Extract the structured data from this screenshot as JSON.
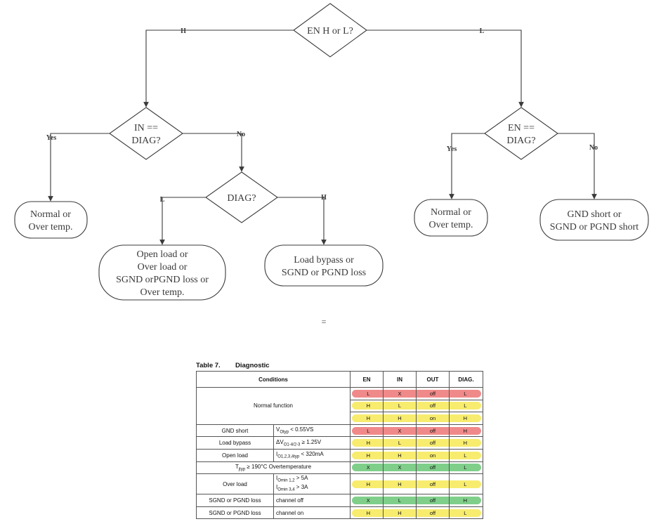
{
  "flowchart": {
    "nodes": {
      "root": [
        "EN H or L?"
      ],
      "in_diag": [
        "IN ==",
        "DIAG?"
      ],
      "en_diag": [
        "EN ==",
        "DIAG?"
      ],
      "diag": [
        "DIAG?"
      ],
      "normal_left": [
        "Normal or",
        "Over temp."
      ],
      "open_load": [
        "Open load or",
        "Over load or",
        "SGND orPGND loss or",
        "Over temp."
      ],
      "load_bypass": [
        "Load bypass or",
        "SGND or PGND loss"
      ],
      "normal_right": [
        "Normal or",
        "Over temp."
      ],
      "gnd_short": [
        "GND short or",
        "SGND or PGND short"
      ]
    },
    "edges": {
      "root_h": "H",
      "root_l": "L",
      "in_diag_yes": "Yes",
      "in_diag_no": "No",
      "diag_l": "L",
      "diag_h": "H",
      "en_diag_yes": "Yes",
      "en_diag_no": "No"
    },
    "separator": "="
  },
  "table": {
    "caption_number": "Table 7.",
    "caption_title": "Diagnostic",
    "headers": [
      "Conditions",
      "EN",
      "IN",
      "OUT",
      "DIAG."
    ],
    "normal_function_label": "Normal function",
    "normal_rows": [
      {
        "en": "L",
        "in": "X",
        "out": "off",
        "diag": "L",
        "color": "red"
      },
      {
        "en": "H",
        "in": "L",
        "out": "off",
        "diag": "L",
        "color": "yellow"
      },
      {
        "en": "H",
        "in": "H",
        "out": "on",
        "diag": "H",
        "color": "yellow"
      }
    ],
    "rows": [
      {
        "condition": "GND short",
        "detail": "V_Otyp < 0.55VS",
        "en": "L",
        "in": "X",
        "out": "off",
        "diag": "H",
        "color": "red"
      },
      {
        "condition": "Load bypass",
        "detail": "ΔV_O1-4/2-3 ≥ 1.25V",
        "en": "H",
        "in": "L",
        "out": "off",
        "diag": "H",
        "color": "yellow"
      },
      {
        "condition": "Open load",
        "detail": "I_O1,2,3,4typ < 320mA",
        "en": "H",
        "in": "H",
        "out": "on",
        "diag": "L",
        "color": "yellow"
      },
      {
        "condition": "T_jtyp ≥ 190°C Overtemperature",
        "en": "X",
        "in": "X",
        "out": "off",
        "diag": "L",
        "color": "green"
      },
      {
        "condition": "Over load",
        "detail1": "I_Omin 1,2 > 5A",
        "detail2": "I_Omin 3,4 > 3A",
        "en": "H",
        "in": "H",
        "out": "off",
        "diag": "L",
        "color": "yellow"
      },
      {
        "condition": "SGND or PGND loss",
        "detail": "channel off",
        "en": "X",
        "in": "L",
        "out": "off",
        "diag": "H",
        "color": "green"
      },
      {
        "condition": "SGND or PGND loss",
        "detail": "channel on",
        "en": "H",
        "in": "H",
        "out": "off",
        "diag": "L",
        "color": "yellow"
      }
    ],
    "colors": {
      "red": "#f08a8a",
      "yellow": "#f7ec6e",
      "green": "#7fcf8a"
    }
  }
}
